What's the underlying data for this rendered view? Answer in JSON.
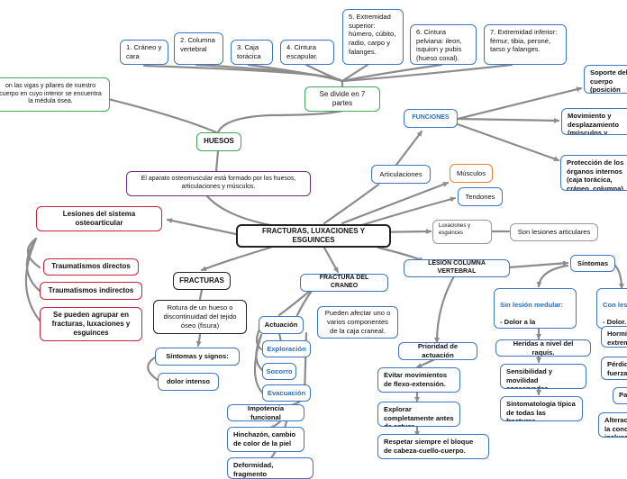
{
  "center": "FRACTURAS, LUXACIONES Y ESGUINCES",
  "huesos": {
    "title": "HUESOS",
    "description": "El aparato osteomuscular está formado por los huesos, articulaciones y músculos.",
    "definition": "on las vigas y pilares de nuestro cuerpo en cuyo interior se encuentra la médula ósea.",
    "divide": "Se divide en 7 partes",
    "parts": [
      "1. Cráneo y cara",
      "2. Columna vertebral",
      "3. Caja torácica",
      "4. Cintura escapular.",
      "5. Extremidad superior: húmero, cúbito, radio, carpo y falanges.",
      "6. Cintura pelviana: ileon, isquion y pubis (hueso coxal).",
      "7.  Extremidad inferior: fémur, tibia, peroné, tarso y falanges."
    ]
  },
  "articulaciones": {
    "label": "Articulaciones",
    "funciones": "FUNCIONES",
    "functions": [
      "Soporte del cuerpo (posición erecta).",
      "Movimiento y desplazamiento (músculos y articulaciones).",
      "Protección de los órganos internos (caja torácica, cráneo, columna)."
    ]
  },
  "musculos": "Músculos",
  "tendones": "Tendones",
  "luxaciones": {
    "label": "Luxaciones y esguinces",
    "desc": "Son lesiones articulares"
  },
  "lesiones": {
    "title": "Lesiones del sistema osteoarticular",
    "items": [
      "Traumatismos directos",
      "Traumatismos indirectos",
      "Se pueden agrupar en fracturas, luxaciones y esguinces"
    ]
  },
  "fracturas": {
    "title": "FRACTURAS",
    "def": "Rotura de un hueso o discontinuidad del tejido óseo (fisura)",
    "sintomas": "Síntomas y signos:",
    "dolor": "dolor intenso"
  },
  "craneo": {
    "title": "FRACTURA DEL CRANEO",
    "desc": "Pueden afectar uno o varios componentes de la caja craneal.",
    "actuacion": "Actuación",
    "steps": [
      "Exploración",
      "Socorro",
      "Evacuación"
    ],
    "symptoms": [
      "Impotencia funcional",
      "Hinchazón, cambio de color de la piel",
      "Deformidad, fragmento"
    ]
  },
  "columna": {
    "title": "LESIÓN COLUMNA VERTEBRAL",
    "prioridad": "Prioridad de actuación",
    "priority_items": [
      "Evitar movimientos de flexo-extensión.",
      "Explorar completamente antes de actuar.",
      "Respetar siempre el bloque de cabeza-cuello-cuerpo."
    ],
    "sintomas": "Síntomas",
    "sin_lesion_title": "Sin lesión medular:",
    "sin_lesion_body": "- Dolor a la compresión local y palpación.",
    "sin_lesion_items": [
      "Heridas a nivel del raquis.",
      "Sensibilidad y movilidad conservadas.",
      "Sintomatología típica de todas las fracturas"
    ],
    "con_lesion_title": "Con lesión",
    "con_lesion_body": "- Dolor.",
    "con_lesion_items": [
      "Hormigueo extremidades",
      "Pérdida de fuerza en extremidades",
      "Parálisis",
      "Alteración de la conciencia incluso"
    ]
  },
  "colors": {
    "line": "#8c8c8c",
    "center_border": "#222222",
    "green": "#3fa65b",
    "blue": "#3b78c4",
    "purple": "#6b2f86",
    "red": "#c8253a",
    "orange": "#e8852a"
  }
}
